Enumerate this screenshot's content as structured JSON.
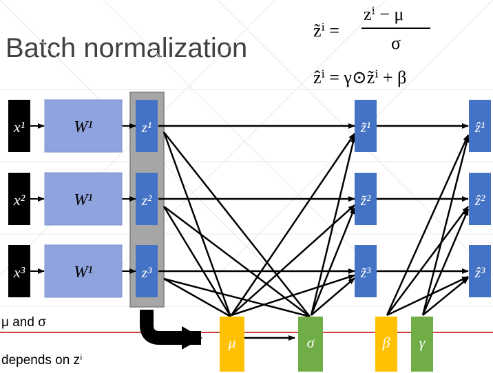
{
  "slide": {
    "title": "Batch normalization",
    "formula_tilde_lhs": "z̃ⁱ =",
    "formula_tilde_num": "zⁱ − μ",
    "formula_tilde_den": "σ",
    "formula_hat": "ẑⁱ = γ⊙z̃ⁱ + β",
    "note_line1": "μ and σ",
    "note_line2": "depends on zⁱ"
  },
  "inputs": [
    "x¹",
    "x²",
    "x³"
  ],
  "weights": [
    "W¹",
    "W¹",
    "W¹"
  ],
  "z": [
    "z¹",
    "z²",
    "z³"
  ],
  "z_tilde": [
    "z̃¹",
    "z̃²",
    "z̃³"
  ],
  "z_hat": [
    "ẑ¹",
    "ẑ²",
    "ẑ³"
  ],
  "stats": {
    "mu": "μ",
    "sigma": "σ",
    "beta": "β",
    "gamma": "γ"
  },
  "colors": {
    "input_box": "#000000",
    "weight_box": "#8fa3de",
    "z_box": "#4472c4",
    "group_bg": "#a6a6a6",
    "mu_box": "#ffc000",
    "sigma_box": "#70ad47",
    "beta_box": "#ffc000",
    "gamma_box": "#70ad47",
    "red_line": "#c00000"
  }
}
